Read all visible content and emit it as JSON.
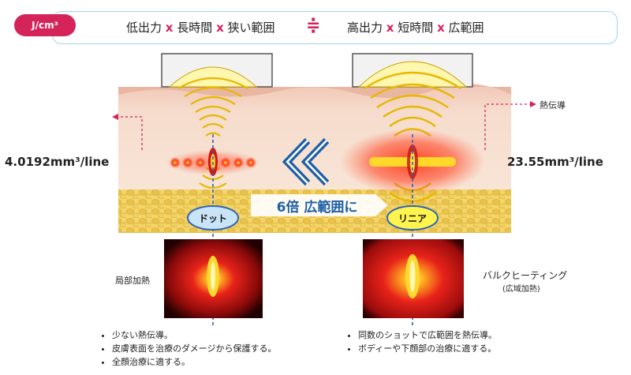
{
  "header": {
    "unit": "J/cm³",
    "left_formula": [
      "低出力",
      "長時間",
      "狭い範囲"
    ],
    "operator": "x",
    "approx_symbol": "≑",
    "right_formula": [
      "高出力",
      "短時間",
      "広範囲"
    ]
  },
  "diagram": {
    "left_volume": "4.0192mm³/line",
    "right_volume": "23.55mm³/line",
    "heat_conduction": "熱伝導",
    "banner": "6倍 広範囲に",
    "dot_label": "ドット",
    "linear_label": "リニア",
    "local_heating": "局部加熱",
    "bulk_heating": "バルクヒーティング",
    "bulk_heating_sub": "(広域加熱)"
  },
  "notes": {
    "left": [
      "少ない熱伝導。",
      "皮膚表面を治療のダメージから保護する。",
      "全顔治療に適する。"
    ],
    "right": [
      "同数のショットで広範囲を熱伝導。",
      "ボディーや下顔部の治療に適する。"
    ]
  },
  "colors": {
    "accent_pink": "#d5245a",
    "arrow_blue": "#1e5fa8",
    "heat_red": "#e8231a",
    "heat_yellow": "#ffe600"
  }
}
